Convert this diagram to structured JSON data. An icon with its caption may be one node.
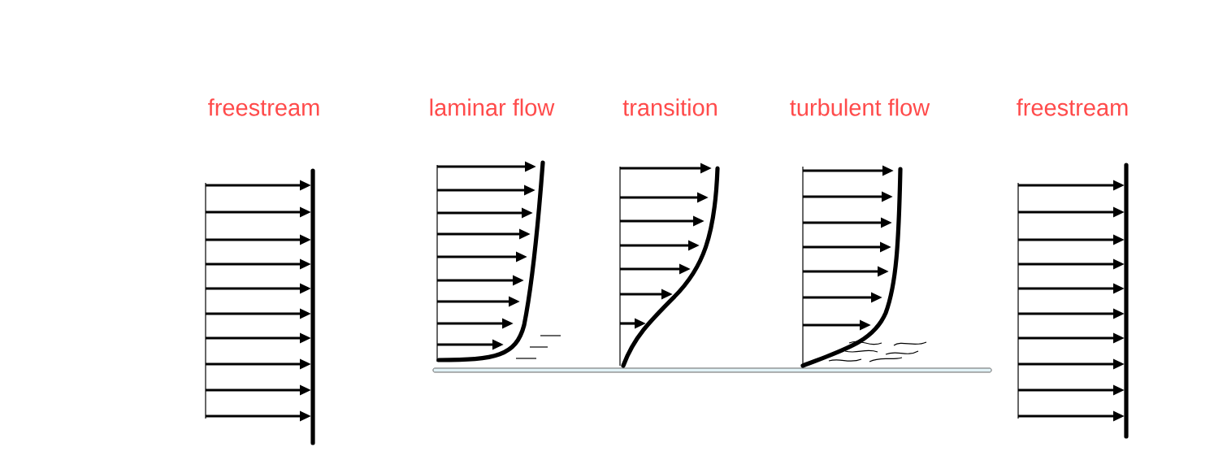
{
  "diagram": {
    "labels": [
      "freestream",
      "laminar flow",
      "transition",
      "turbulent flow",
      "freestream"
    ]
  }
}
